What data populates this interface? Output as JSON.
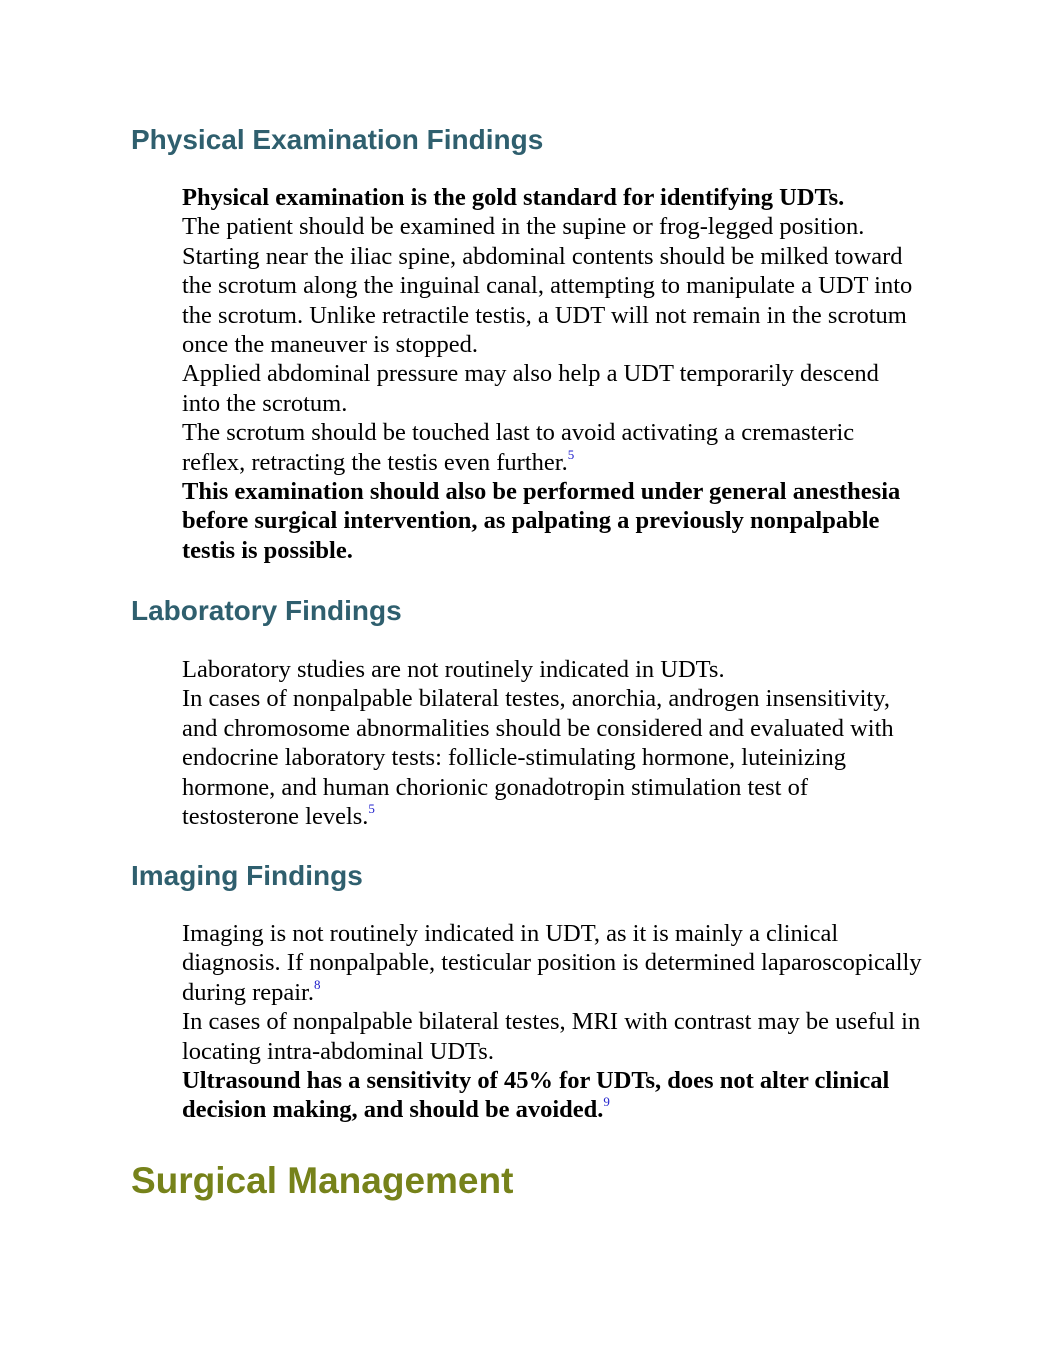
{
  "sections": {
    "physical": {
      "heading": "Physical Examination Findings",
      "p1": "Physical examination is the gold standard for identifying UDTs.",
      "p2": "The patient should be examined in the supine or frog-legged position. Starting near the iliac spine, abdominal contents should be milked toward the scrotum along the inguinal canal, attempting to manipulate a UDT into the scrotum. Unlike retractile testis, a UDT will not remain in the scrotum once the maneuver is stopped.",
      "p3": "Applied abdominal pressure may also help a UDT temporarily descend into the scrotum.",
      "p4": "The scrotum should be touched last to avoid activating a cremasteric reflex, retracting the testis even further.",
      "p4_ref": "5",
      "p5": "This examination should also be performed under general anesthesia before surgical intervention, as palpating a previously nonpalpable testis is possible."
    },
    "laboratory": {
      "heading": "Laboratory Findings",
      "p1": "Laboratory studies are not routinely indicated in UDTs.",
      "p2": "In cases of nonpalpable bilateral testes, anorchia, androgen insensitivity, and chromosome abnormalities should be considered and evaluated with endocrine laboratory tests: follicle-stimulating hormone, luteinizing hormone, and human chorionic gonadotropin stimulation test of testosterone levels.",
      "p2_ref": "5"
    },
    "imaging": {
      "heading": "Imaging Findings",
      "p1": "Imaging is not routinely indicated in UDT, as it is mainly a clinical diagnosis. If nonpalpable, testicular position is determined laparoscopically during repair.",
      "p1_ref": "8",
      "p2": "In cases of nonpalpable bilateral testes, MRI with contrast may be useful in locating intra-abdominal UDTs.",
      "p3": "Ultrasound has a sensitivity of 45% for UDTs, does not alter clinical decision making, and should be avoided.",
      "p3_ref": "9"
    },
    "surgical": {
      "heading": "Surgical Management"
    }
  },
  "colors": {
    "subheading": "#2f5f6e",
    "main_heading": "#76821a",
    "reference_link": "#2222cc",
    "body_text": "#000000"
  }
}
